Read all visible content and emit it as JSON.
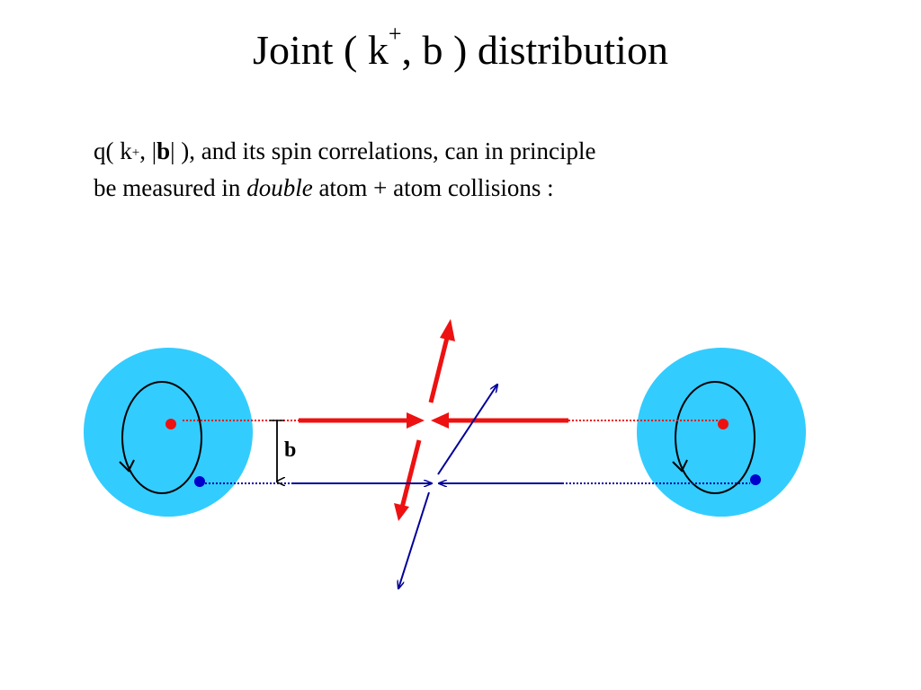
{
  "title": {
    "prefix": "Joint  ( k",
    "superscript": "+",
    "suffix": ", b ) distribution"
  },
  "body": {
    "line1_a": "q( k",
    "line1_sup": "+",
    "line1_b": ", |",
    "line1_bold": "b",
    "line1_c": "| ),  and its spin correlations, can in principle",
    "line2_a": "be measured in ",
    "line2_italic": "double",
    "line2_b": " atom + atom collisions :"
  },
  "diagram": {
    "impact_parameter_label": "b",
    "spin_glyph": "",
    "colors": {
      "atom_fill": "#33ccff",
      "red": "#ee1111",
      "blue": "#000099",
      "dot_blue": "#0000cc"
    }
  }
}
